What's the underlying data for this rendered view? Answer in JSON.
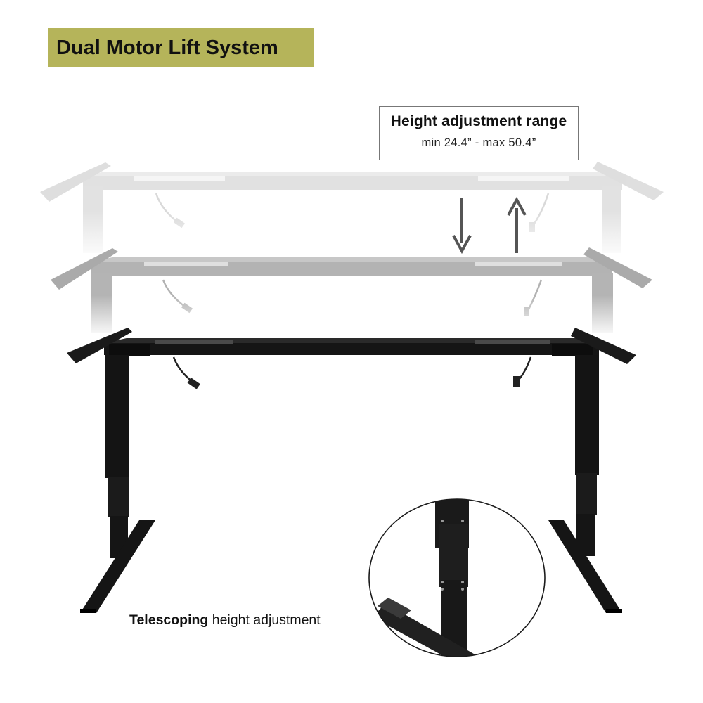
{
  "title": {
    "text": "Dual Motor Lift System",
    "background": "#b5b45a"
  },
  "range_box": {
    "title": "Height adjustment range",
    "value": "min 24.4” - max 50.4”"
  },
  "caption": {
    "bold": "Telescoping",
    "rest": " height adjustment"
  },
  "colors": {
    "frame_black": "#151515",
    "frame_mid_ghost": "#8a8a8a",
    "frame_top_ghost": "#c9c9c9",
    "arrow_gray": "#555555"
  },
  "icons": {
    "down_arrow": "arrow-down-icon",
    "up_arrow": "arrow-up-icon"
  }
}
